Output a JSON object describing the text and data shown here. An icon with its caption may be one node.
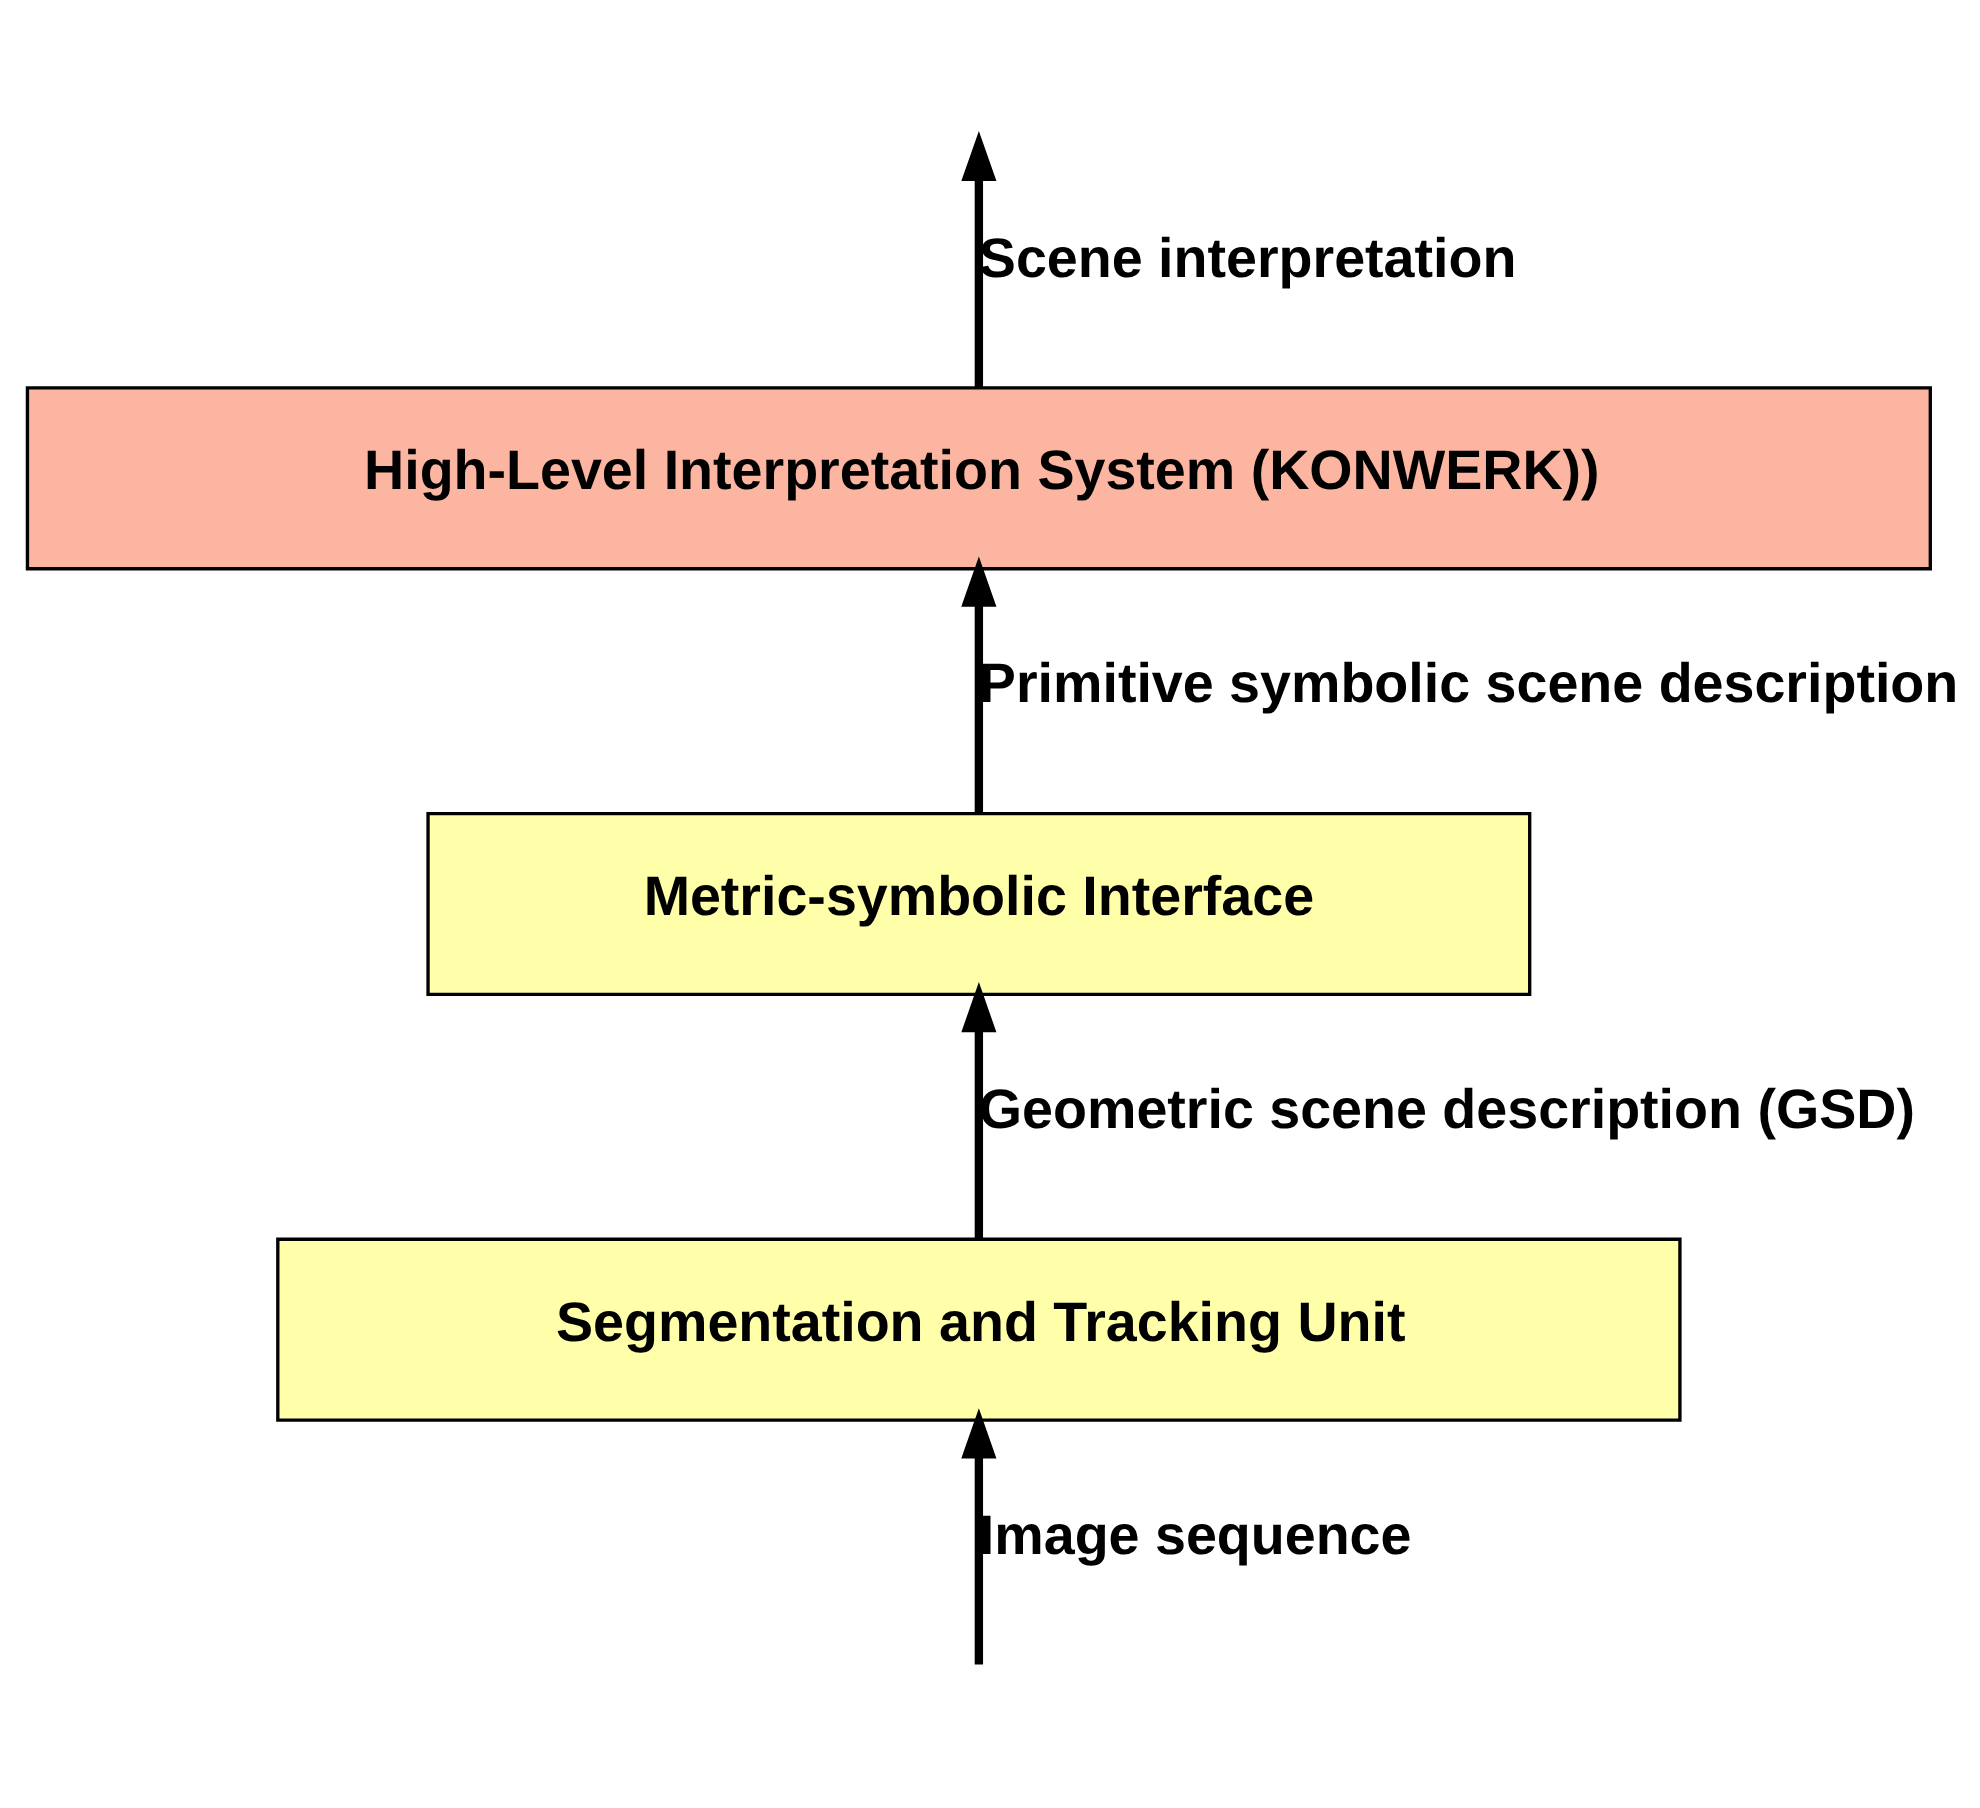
{
  "diagram": {
    "nodes": [
      {
        "text": [
          "High-Level Interpretation System (KONWERK))"
        ]
      },
      {
        "text": [
          "Metric-symbolic Interface"
        ]
      },
      {
        "text": [
          "Segmentation and Tracking Unit"
        ]
      }
    ],
    "edges": [
      {
        "from": 0,
        "to": null,
        "arrow": "to",
        "label": "Scene interpretation"
      },
      {
        "from": 1,
        "to": 0,
        "arrow": "to",
        "label": "Primitive symbolic scene description"
      },
      {
        "from": 2,
        "to": 1,
        "arrow": "to",
        "label": "Geometric scene description (GSD)"
      },
      {
        "from": null,
        "to": 2,
        "arrow": "to",
        "label": "Image sequence"
      }
    ]
  }
}
